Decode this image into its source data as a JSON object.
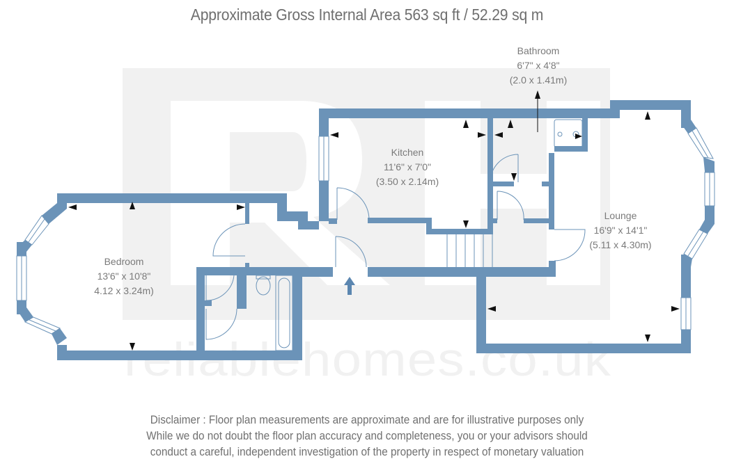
{
  "header": {
    "title": "Approximate Gross Internal Area 563 sq ft / 52.29 sq m"
  },
  "watermark": {
    "logo_letters": "RH",
    "site": "reliablehomes.co.uk"
  },
  "rooms": [
    {
      "name": "Bedroom",
      "imperial": "13'6\" x 10'8\"",
      "metric": "4.12 x 3.24m)"
    },
    {
      "name": "Kitchen",
      "imperial": "11'6\" x 7'0\"",
      "metric": "(3.50 x 2.14m)"
    },
    {
      "name": "Bathroom",
      "imperial": "6'7\" x 4'8\"",
      "metric": "(2.0 x 1.41m)"
    },
    {
      "name": "Lounge",
      "imperial": "16'9\" x 14'1\"",
      "metric": "(5.11 x 4.30m)"
    }
  ],
  "colors": {
    "wall": "#6b93b8",
    "watermark_block": "#f1f1f1",
    "text": "#7a7a7a"
  },
  "disclaimer": {
    "lines": [
      "Disclaimer : Floor plan measurements are approximate and are for illustrative purposes only",
      "While we do not doubt the floor plan accuracy and completeness, you or your advisors should",
      "conduct a careful, independent investigation of the property in respect of monetary valuation"
    ]
  }
}
